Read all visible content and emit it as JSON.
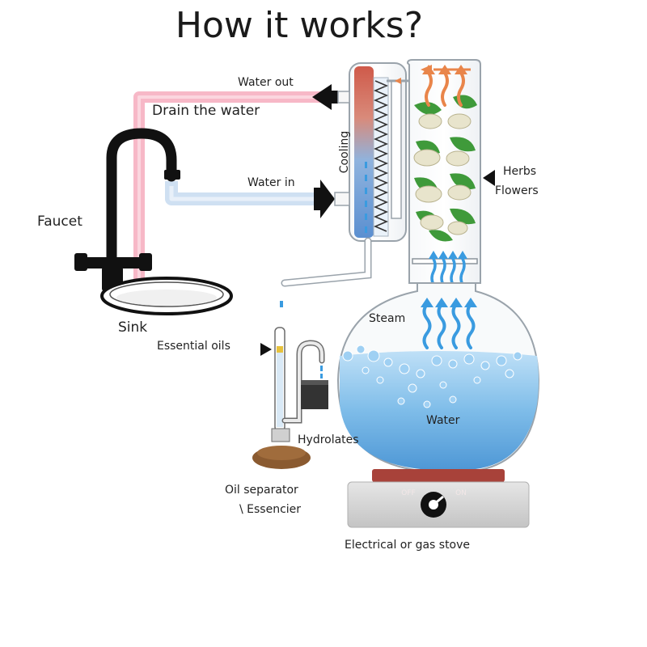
{
  "title": "How it works?",
  "labels": {
    "water_out": "Water out",
    "drain_the_water": "Drain the water",
    "cooling": "Cooling",
    "water_in": "Water in",
    "herbs": "Herbs",
    "flowers": "Flowers",
    "faucet": "Faucet",
    "sink": "Sink",
    "steam": "Steam",
    "essential_oils": "Essential oils",
    "water": "Water",
    "hydrolates": "Hydrolates",
    "oil_separator": "Oil separator",
    "essencier": "\\ Essencier",
    "stove": "Electrical or gas stove",
    "stove_off": "OFF",
    "stove_on": "ON"
  },
  "colors": {
    "hot_pipe": "#f4a0b4",
    "cold_pipe": "#cfe0f2",
    "cooling_hot": "#cf5a4a",
    "cooling_cold": "#5b8fd0",
    "steam_arrow": "#3a9be0",
    "hot_arrow": "#e9854a",
    "water": "#6fb6ea",
    "leaf": "#3f9a3a",
    "stove_plate": "#a8423a",
    "stove_body": "#d6d6d6",
    "faucet": "#111111",
    "separator_base": "#8a5a30"
  }
}
